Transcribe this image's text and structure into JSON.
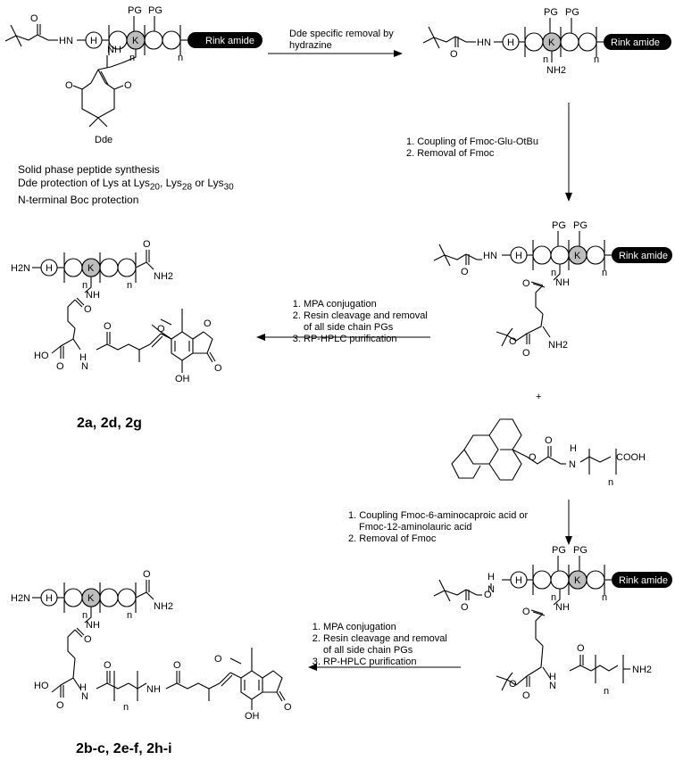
{
  "labels": {
    "pg": "PG",
    "rink_amide": "Rink amide",
    "h": "H",
    "k": "K",
    "n": "n",
    "nh": "NH",
    "hn": "HN",
    "nh2": "NH2",
    "h2n": "H2N",
    "o": "O",
    "oh": "OH",
    "ho": "HO",
    "h_atom": "H",
    "n_atom": "N",
    "cooh": "COOH",
    "plus": "+"
  },
  "dde_label": "Dde",
  "synthesis_notes": {
    "line1": "Solid phase peptide synthesis",
    "line2_prefix": "Dde protection of Lys at Lys",
    "sub20": "20",
    "sep1": ", Lys",
    "sub28": "28",
    "sep2": " or Lys",
    "sub30": "30",
    "line3": "N-terminal Boc protection"
  },
  "steps": {
    "dde_removal": [
      "Dde specific removal by",
      "hydrazine"
    ],
    "glu_coupling": [
      "1. Coupling of Fmoc-Glu-OtBu",
      "2. Removal of Fmoc"
    ],
    "mpa_first": [
      "MPA conjugation",
      "Resin cleavage and removal of all side chain PGs",
      "RP-HPLC purification"
    ],
    "linker_coupling": [
      "1. Coupling Fmoc-6-aminocaproic acid or",
      "Fmoc-12-aminolauric acid",
      "2. Removal of Fmoc"
    ],
    "mpa_second": [
      "MPA conjugation",
      "Resin cleavage and removal of all side chain PGs",
      "RP-HPLC purification"
    ]
  },
  "compounds": {
    "first": "2a, 2d, 2g",
    "second": "2b-c, 2e-f, 2h-i"
  }
}
